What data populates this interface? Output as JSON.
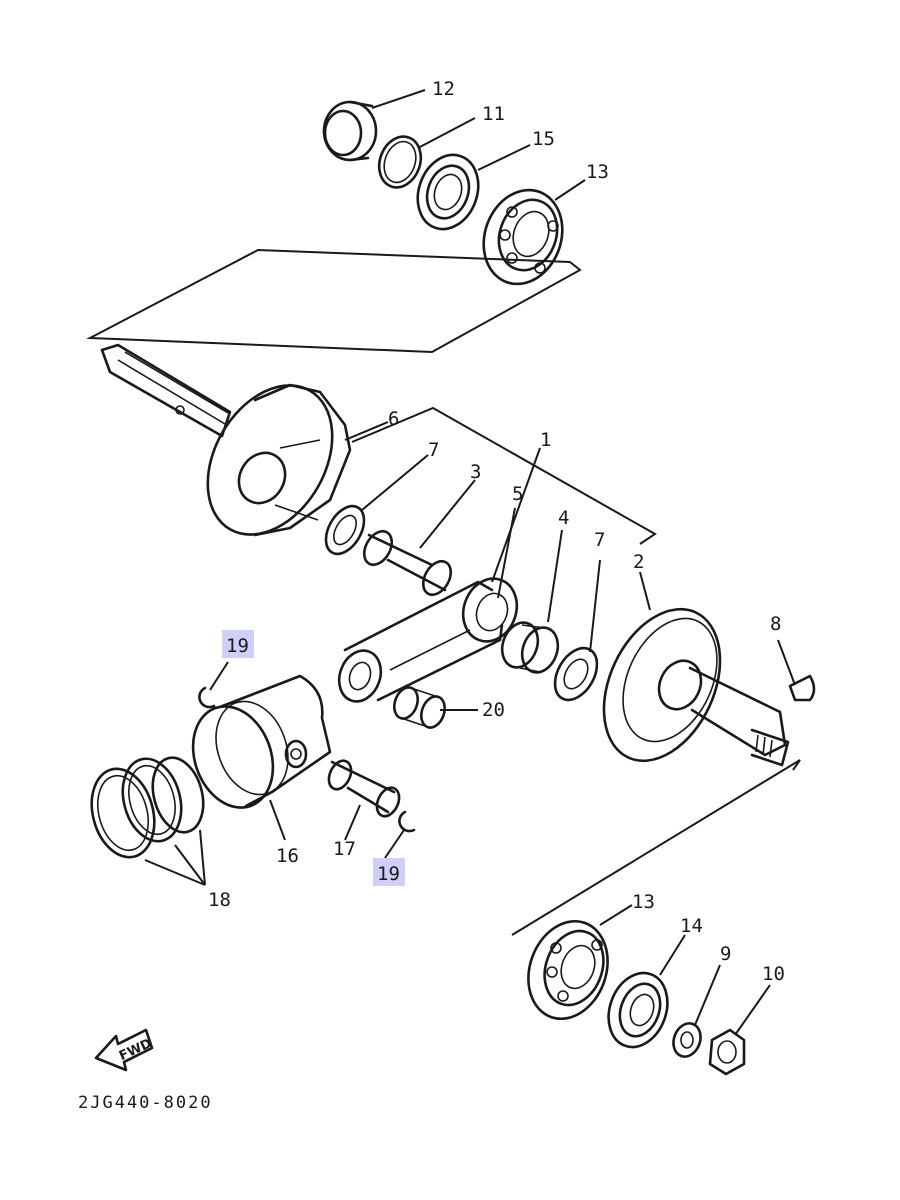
{
  "callouts": {
    "p1": "1",
    "p2": "2",
    "p3": "3",
    "p4": "4",
    "p5": "5",
    "p6": "6",
    "p7a": "7",
    "p7b": "7",
    "p8": "8",
    "p9": "9",
    "p10": "10",
    "p11": "11",
    "p12": "12",
    "p13a": "13",
    "p13b": "13",
    "p14": "14",
    "p15": "15",
    "p16": "16",
    "p17": "17",
    "p18": "18",
    "p19a": "19",
    "p19b": "19",
    "p20": "20"
  },
  "highlighted_callouts": [
    "19"
  ],
  "fwd_label": "FWD",
  "diagram_code": "2JG440-8020"
}
